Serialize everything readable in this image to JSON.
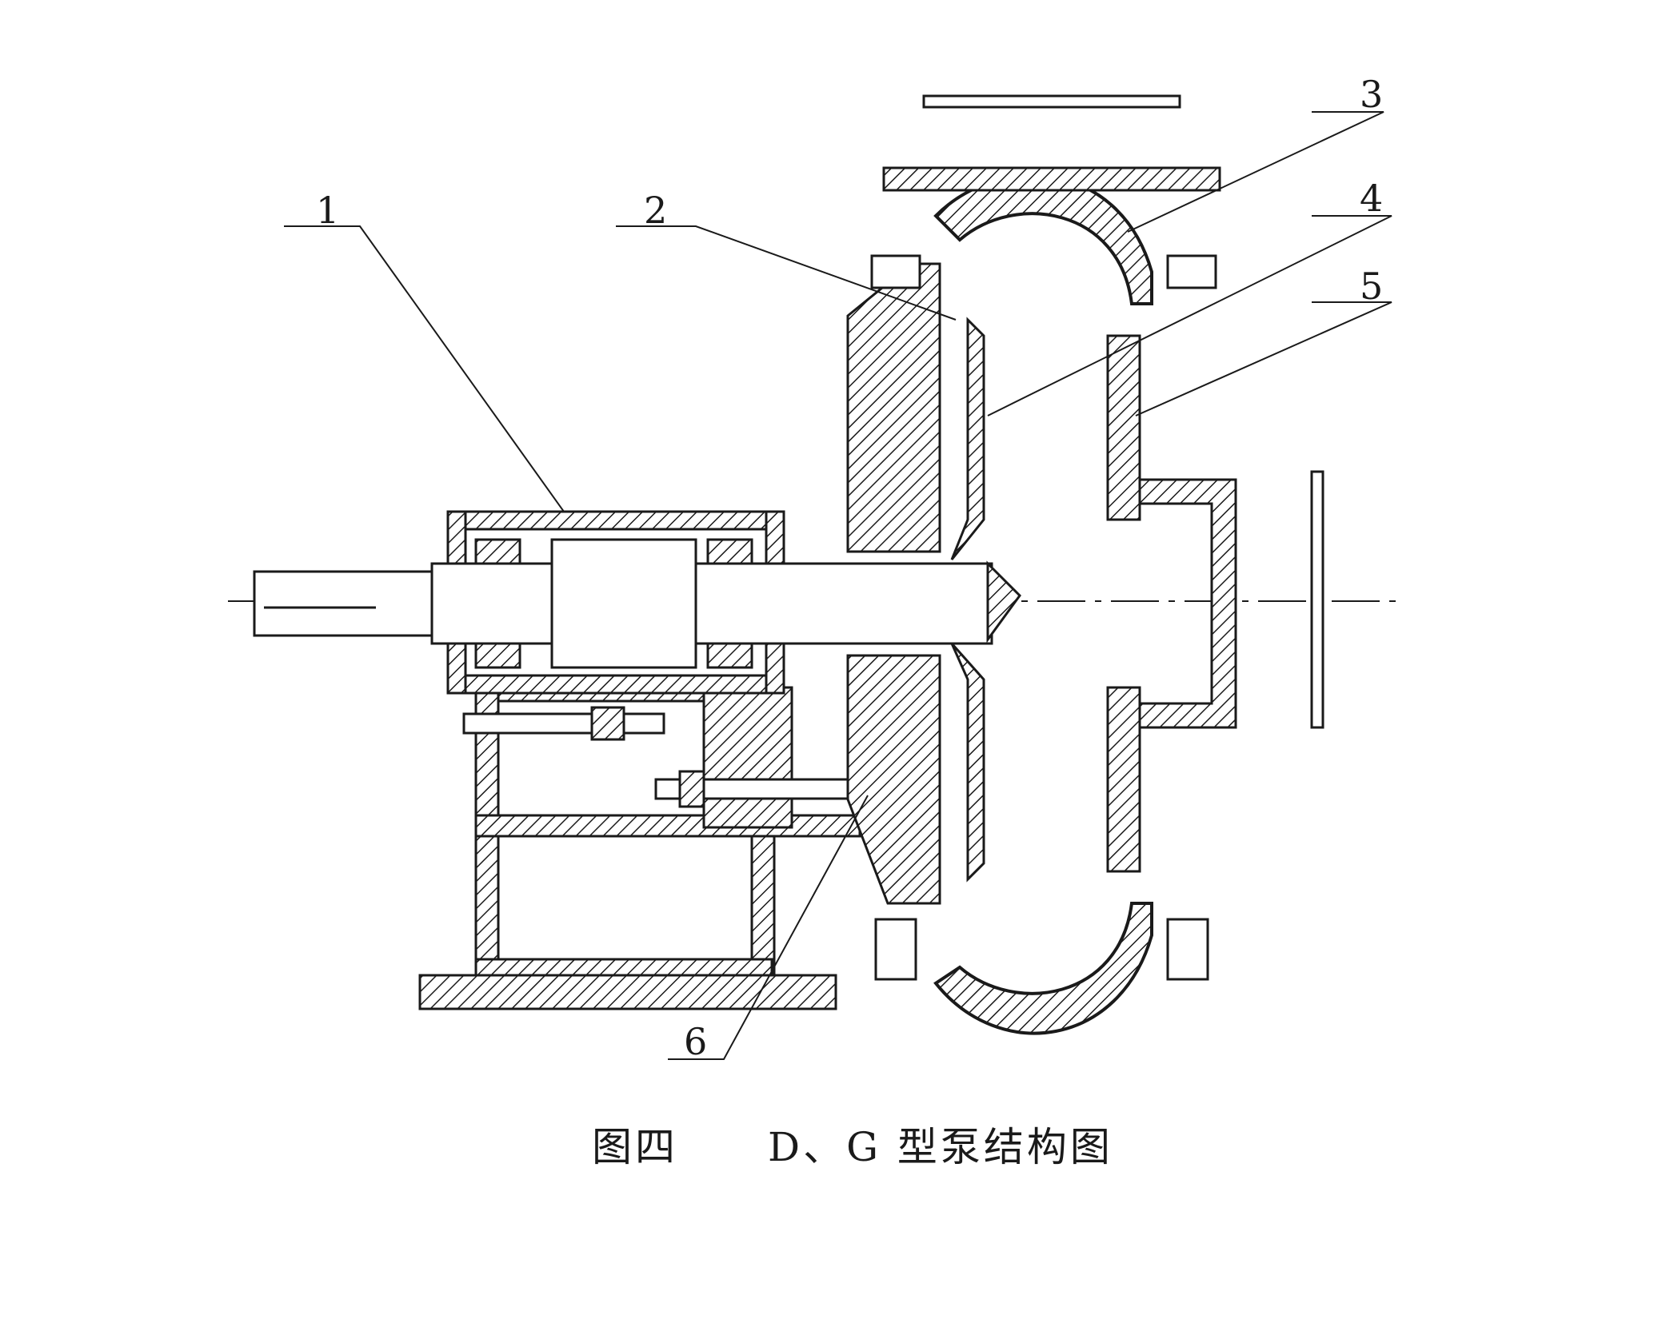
{
  "callouts": {
    "c1": "1",
    "c2": "2",
    "c3": "3",
    "c4": "4",
    "c5": "5",
    "c6": "6"
  },
  "caption": {
    "figure_number": "图四",
    "title": "D、G 型泵结构图"
  },
  "colors": {
    "ink": "#1a1a1a",
    "paper": "#ffffff"
  }
}
